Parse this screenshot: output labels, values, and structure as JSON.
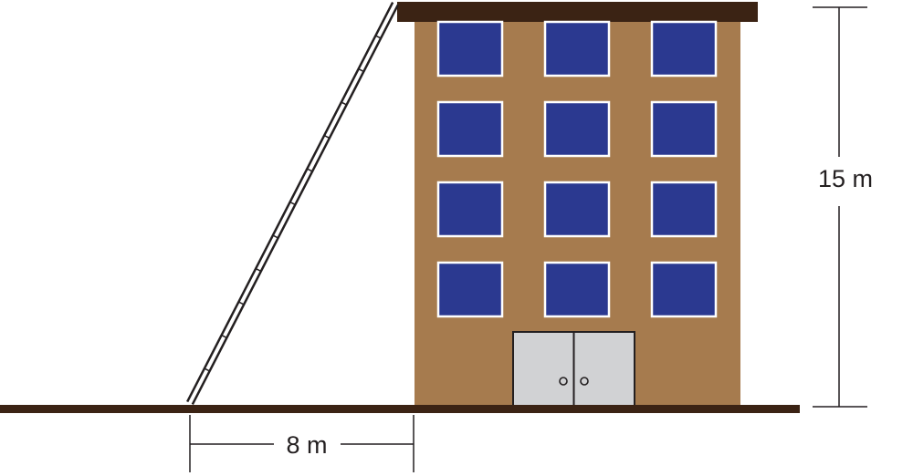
{
  "labels": {
    "height": "15 m",
    "base": "8 m"
  },
  "colors": {
    "ground": "#3b2314",
    "building": "#a67b4e",
    "window": "#2b3990",
    "door": "#d1d2d4",
    "line": "#231f20"
  },
  "building": {
    "floors_with_windows": 4,
    "windows_per_floor": 3
  }
}
